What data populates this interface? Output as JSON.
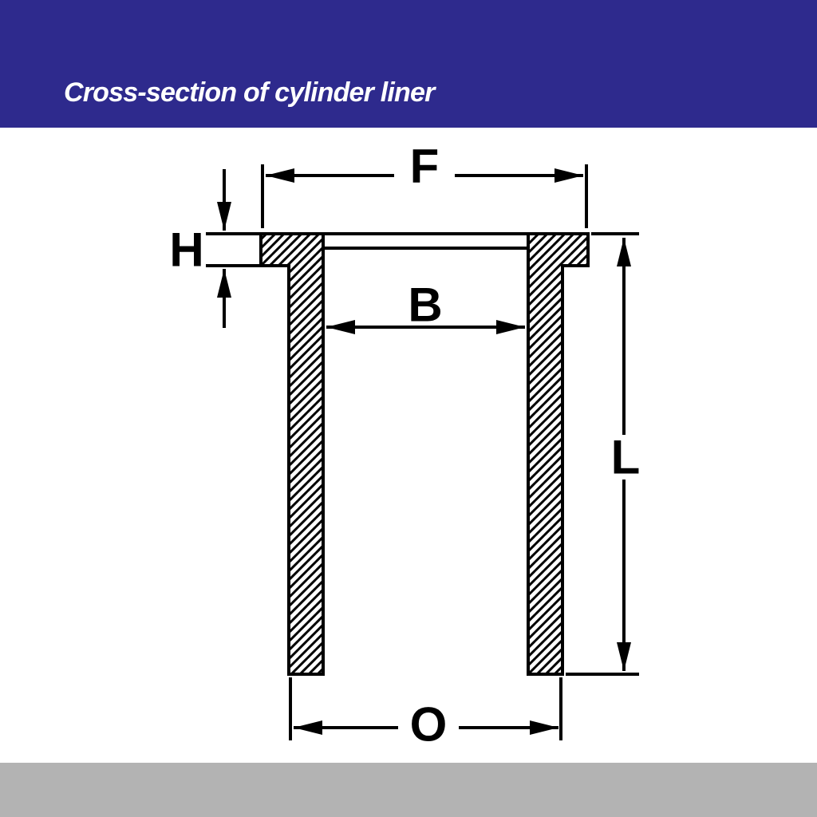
{
  "header": {
    "title": "Cross-section of cylinder liner",
    "bg_color": "#2e2a8d",
    "text_color": "#ffffff"
  },
  "diagram": {
    "line_color": "#000000",
    "labels": {
      "flange_diameter": "F",
      "flange_height": "H",
      "bore_diameter": "B",
      "total_length": "L",
      "outer_diameter": "O"
    }
  },
  "footer": {
    "bg_color": "#b3b3b3"
  }
}
